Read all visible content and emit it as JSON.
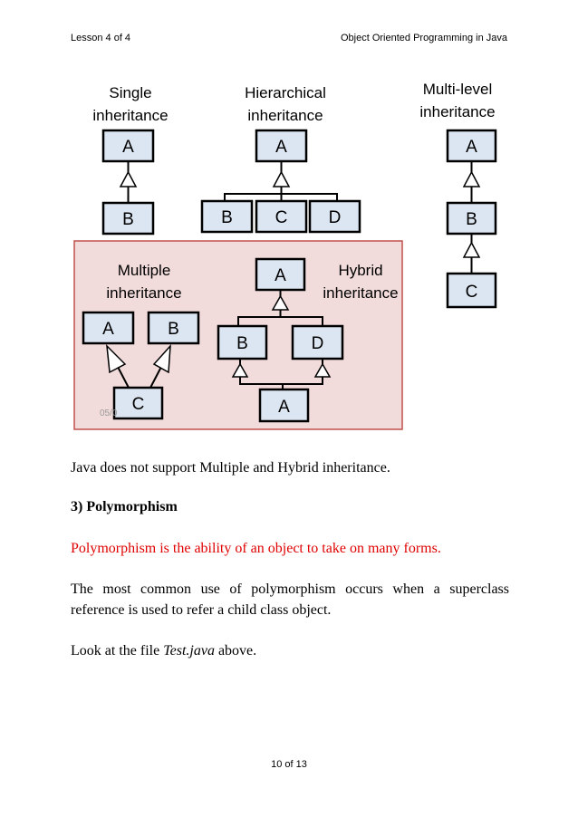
{
  "header": {
    "left": "Lesson 4 of 4",
    "right": "Object Oriented Programming in Java"
  },
  "diagram": {
    "single": {
      "title1": "Single",
      "title2": "inheritance",
      "parent": "A",
      "child": "B"
    },
    "hierarchical": {
      "title1": "Hierarchical",
      "title2": "inheritance",
      "parent": "A",
      "children": [
        "B",
        "C",
        "D"
      ]
    },
    "multilevel": {
      "title1": "Multi-level",
      "title2": "inheritance",
      "levels": [
        "A",
        "B",
        "C"
      ]
    },
    "multiple": {
      "title1": "Multiple",
      "title2": "inheritance",
      "parents": [
        "A",
        "B"
      ],
      "child": "C"
    },
    "hybrid": {
      "title1": "Hybrid",
      "title2": "inheritance",
      "top": "A",
      "middle": [
        "B",
        "D"
      ],
      "bottom": "A"
    },
    "date_fragment": "05/0",
    "colors": {
      "box_fill": "#dce6f2",
      "highlight_fill": "#f2dcdb",
      "highlight_border": "#c0504d"
    }
  },
  "content": {
    "note": "Java does not support Multiple and Hybrid inheritance.",
    "section_heading": "3) Polymorphism",
    "definition": "Polymorphism is the ability of an object to take on many forms.",
    "para_line1": "The most common use of polymorphism occurs when a superclass",
    "para_line2": "reference is used to refer a child class object.",
    "look_prefix": "Look at the file ",
    "look_file": "Test.java",
    "look_suffix": " above."
  },
  "footer": {
    "page": "10 of 13"
  }
}
